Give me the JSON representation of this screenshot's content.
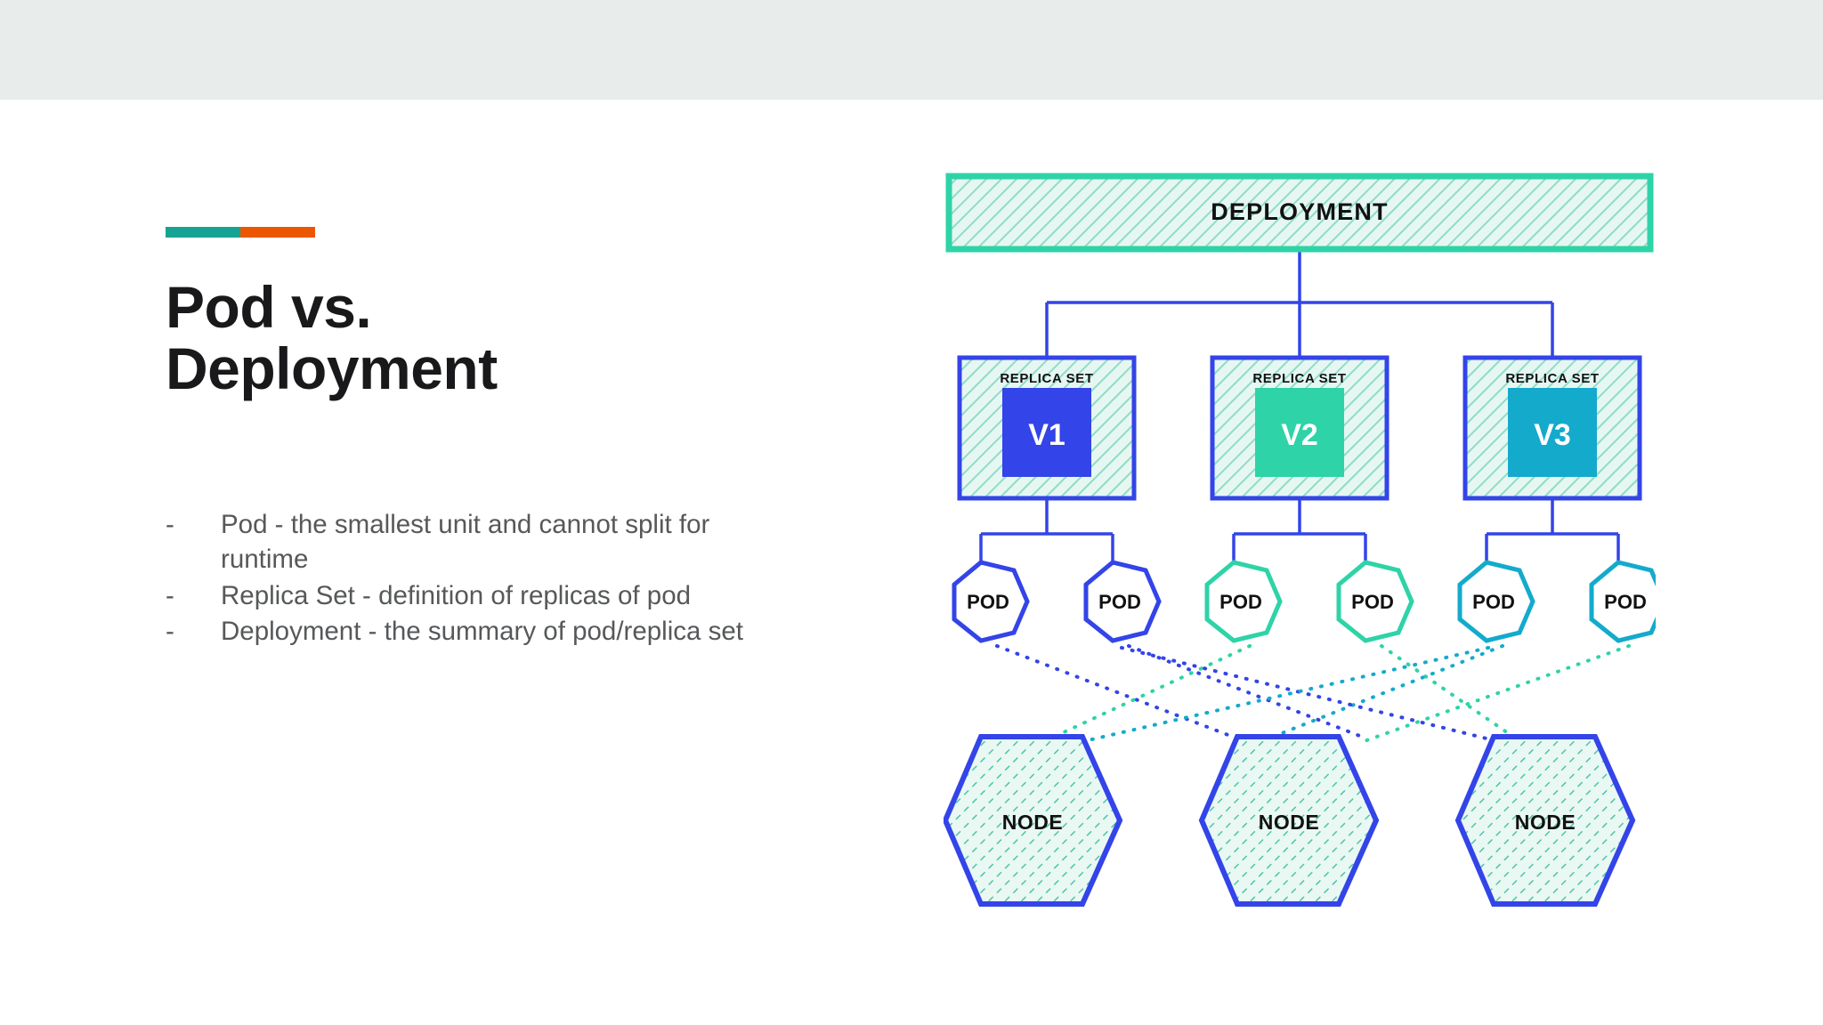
{
  "slide": {
    "background_color": "#ffffff",
    "top_band_color": "#e8eceb"
  },
  "accent_bar": {
    "left_color": "#16a394",
    "right_color": "#ec5600"
  },
  "title": "Pod vs.\nDeployment",
  "bullets": [
    {
      "marker": "-",
      "text": "Pod - the smallest unit and cannot split for runtime"
    },
    {
      "marker": "-",
      "text": "Replica Set - definition of replicas of pod"
    },
    {
      "marker": "-",
      "text": "Deployment - the summary of pod/replica set"
    }
  ],
  "diagram": {
    "deployment": {
      "label": "DEPLOYMENT",
      "border_color": "#2ed3a7",
      "fill_color": "#dcf5ee"
    },
    "replica_sets": [
      {
        "label": "REPLICA SET",
        "version": "V1",
        "version_color": "#3344e8",
        "border_color": "#3344e8",
        "fill_color": "#dcf5ee"
      },
      {
        "label": "REPLICA SET",
        "version": "V2",
        "version_color": "#2ed3a7",
        "border_color": "#3344e8",
        "fill_color": "#dcf5ee"
      },
      {
        "label": "REPLICA SET",
        "version": "V3",
        "version_color": "#14aacc",
        "border_color": "#3344e8",
        "fill_color": "#dcf5ee"
      }
    ],
    "pods": [
      {
        "label": "POD",
        "color": "#3344e8"
      },
      {
        "label": "POD",
        "color": "#3344e8"
      },
      {
        "label": "POD",
        "color": "#2ed3a7"
      },
      {
        "label": "POD",
        "color": "#2ed3a7"
      },
      {
        "label": "POD",
        "color": "#14aacc"
      },
      {
        "label": "POD",
        "color": "#14aacc"
      }
    ],
    "nodes": [
      {
        "label": "NODE",
        "border_color": "#3344e8",
        "fill_color": "#e4f6f1"
      },
      {
        "label": "NODE",
        "border_color": "#3344e8",
        "fill_color": "#e4f6f1"
      },
      {
        "label": "NODE",
        "border_color": "#3344e8",
        "fill_color": "#e4f6f1"
      }
    ],
    "connector_color": "#3344e8"
  }
}
